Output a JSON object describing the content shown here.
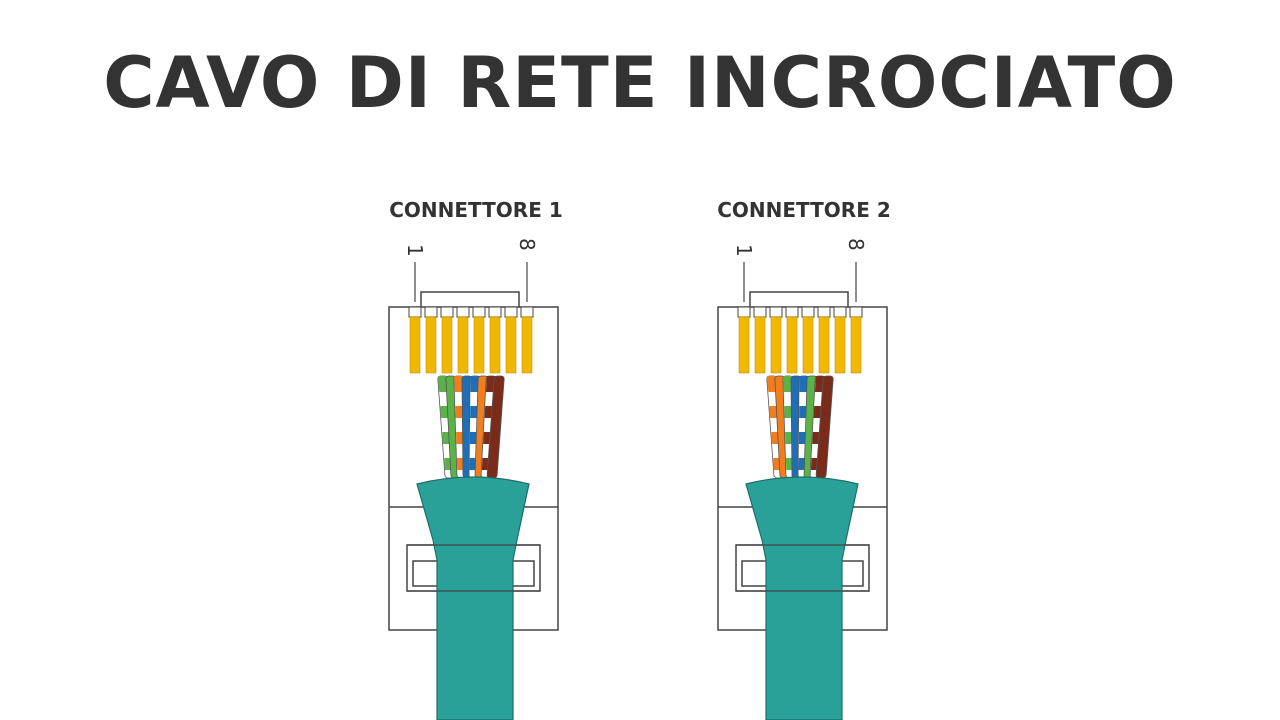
{
  "title": "CAVO DI RETE INCROCIATO",
  "colors": {
    "text": "#333333",
    "jacket": "#2aa198",
    "gold": "#f1b800",
    "orange": "#f07e1e",
    "green": "#5bb347",
    "blue": "#1f6fb8",
    "brown": "#7a2b1a",
    "outline": "#444444"
  },
  "connectors": [
    {
      "label": "CONNETTORE 1",
      "pin_first": "1",
      "pin_last": "8",
      "wires": [
        {
          "base": "green",
          "striped": true
        },
        {
          "base": "green",
          "striped": false
        },
        {
          "base": "orange",
          "striped": true
        },
        {
          "base": "blue",
          "striped": false
        },
        {
          "base": "blue",
          "striped": true
        },
        {
          "base": "orange",
          "striped": false
        },
        {
          "base": "brown",
          "striped": true
        },
        {
          "base": "brown",
          "striped": false
        }
      ]
    },
    {
      "label": "CONNETTORE 2",
      "pin_first": "1",
      "pin_last": "8",
      "wires": [
        {
          "base": "orange",
          "striped": true
        },
        {
          "base": "orange",
          "striped": false
        },
        {
          "base": "green",
          "striped": true
        },
        {
          "base": "blue",
          "striped": false
        },
        {
          "base": "blue",
          "striped": true
        },
        {
          "base": "green",
          "striped": false
        },
        {
          "base": "brown",
          "striped": true
        },
        {
          "base": "brown",
          "striped": false
        }
      ]
    }
  ]
}
